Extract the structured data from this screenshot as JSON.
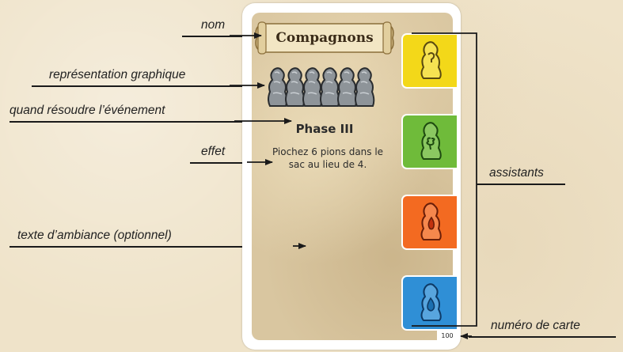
{
  "labels": {
    "nom": "nom",
    "representation": "représentation graphique",
    "quand": "quand résoudre l’événement",
    "effet": "effet",
    "ambiance": "texte d’ambiance (optionnel)",
    "assistants": "assistants",
    "numero": "numéro de carte"
  },
  "card": {
    "title": "Compagnons",
    "phase": "Phase III",
    "effect": "Piochez 6 pions dans le sac au lieu de 4.",
    "number": "100",
    "pawn_count": 6,
    "assistants": [
      {
        "color": "#f3d819",
        "icon": "yellow-assistant-icon"
      },
      {
        "color": "#6fbb3a",
        "icon": "green-assistant-icon"
      },
      {
        "color": "#f36a21",
        "icon": "orange-assistant-icon"
      },
      {
        "color": "#2f8fd6",
        "icon": "blue-assistant-icon"
      }
    ]
  }
}
